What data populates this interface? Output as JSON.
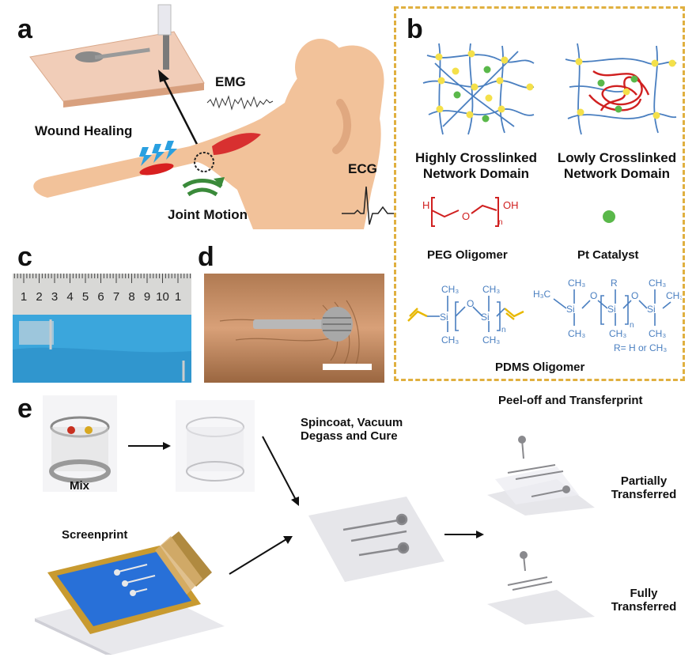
{
  "panels": {
    "a": {
      "letter": "a",
      "labels": {
        "emg": "EMG",
        "wound": "Wound Healing",
        "ecg": "ECG",
        "joint": "Joint Motion"
      }
    },
    "b": {
      "letter": "b",
      "high_line1": "Highly Crosslinked",
      "high_line2": "Network Domain",
      "low_line1": "Lowly Crosslinked",
      "low_line2": "Network Domain",
      "peg": "PEG Oligomer",
      "pt": "Pt Catalyst",
      "pdms": "PDMS Oligomer",
      "r_note": "R= H or CH₃",
      "chem": {
        "h": "H",
        "o": "O",
        "oh": "OH",
        "n": "n",
        "ch3": "CH₃",
        "h3c": "H₃C",
        "si": "Si",
        "r": "R"
      }
    },
    "c": {
      "letter": "c",
      "ruler_ticks": [
        "1",
        "2",
        "3",
        "4",
        "5",
        "6",
        "7",
        "8",
        "9",
        "10",
        "1"
      ]
    },
    "d": {
      "letter": "d"
    },
    "e": {
      "letter": "e",
      "mix": "Mix",
      "screenprint": "Screenprint",
      "spincoat_line1": "Spincoat, Vacuum",
      "spincoat_line2": "Degass and Cure",
      "peel": "Peel-off and Transferprint",
      "partial_line1": "Partially",
      "partial_line2": "Transferred",
      "full_line1": "Fully",
      "full_line2": "Transferred"
    }
  },
  "colors": {
    "border_dashed": "#e0b040",
    "polymer_blue": "#4a7fc0",
    "crosslink_yellow": "#f4e04a",
    "catalyst_green": "#5ab84a",
    "peg_red": "#d02020",
    "skin": "#f2c29a"
  }
}
